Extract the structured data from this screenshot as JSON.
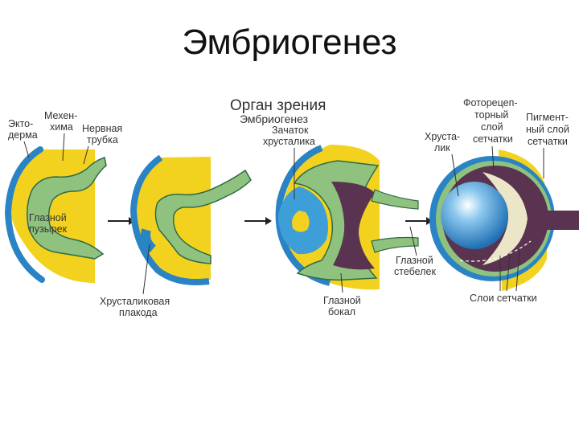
{
  "slide": {
    "title": "Эмбриогенез"
  },
  "figure": {
    "header": "Орган зрения",
    "subheader": "Эмбриогенез",
    "labels": {
      "ectoderm_1": "Экто-",
      "ectoderm_2": "дерма",
      "mesenchyme_1": "Мехен-",
      "mesenchyme_2": "хима",
      "neural_tube_1": "Нервная",
      "neural_tube_2": "трубка",
      "optic_vesicle_1": "Глазной",
      "optic_vesicle_2": "пузырек",
      "lens_placode_1": "Хрусталиковая",
      "lens_placode_2": "плакода",
      "lens_bud_1": "Зачаток",
      "lens_bud_2": "хрусталика",
      "optic_stalk_1": "Глазной",
      "optic_stalk_2": "стебелек",
      "optic_cup_1": "Глазной",
      "optic_cup_2": "бокал",
      "lens_1": "Хруста-",
      "lens_2": "лик",
      "photoreceptor_1": "Фоторецеп-",
      "photoreceptor_2": "торный",
      "photoreceptor_3": "слой",
      "photoreceptor_4": "сетчатки",
      "pigment_1": "Пигмент-",
      "pigment_2": "ный слой",
      "pigment_3": "сетчатки",
      "retina_layers": "Слои сетчатки"
    }
  },
  "colors": {
    "ectoderm": "#2a83c4",
    "mesenchyme": "#f3d21f",
    "neural": "#8ec27e",
    "neural_outline": "#2f6a46",
    "lens": "#3e9ed8",
    "pigment": "#5a3350",
    "arrow": "#222222"
  }
}
